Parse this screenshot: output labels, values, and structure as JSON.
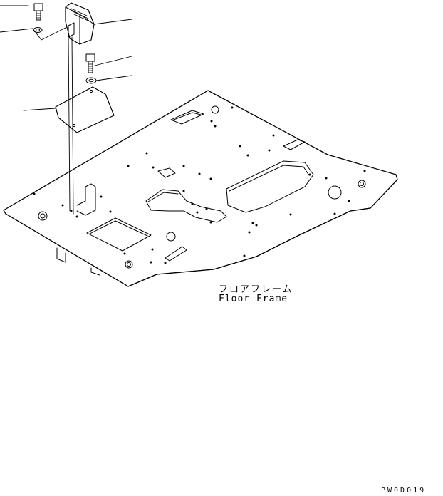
{
  "figure": {
    "label_japanese": "フロアフレーム",
    "label_english": "Floor Frame",
    "drawing_code": "PW0D019"
  },
  "colors": {
    "line": "#000000",
    "background": "#ffffff"
  },
  "parts": [
    {
      "name": "bolt-icon"
    },
    {
      "name": "washer-icon"
    },
    {
      "name": "cover-bracket"
    },
    {
      "name": "bolt-icon"
    },
    {
      "name": "washer-icon"
    },
    {
      "name": "plate-icon"
    },
    {
      "name": "floor-frame"
    }
  ]
}
